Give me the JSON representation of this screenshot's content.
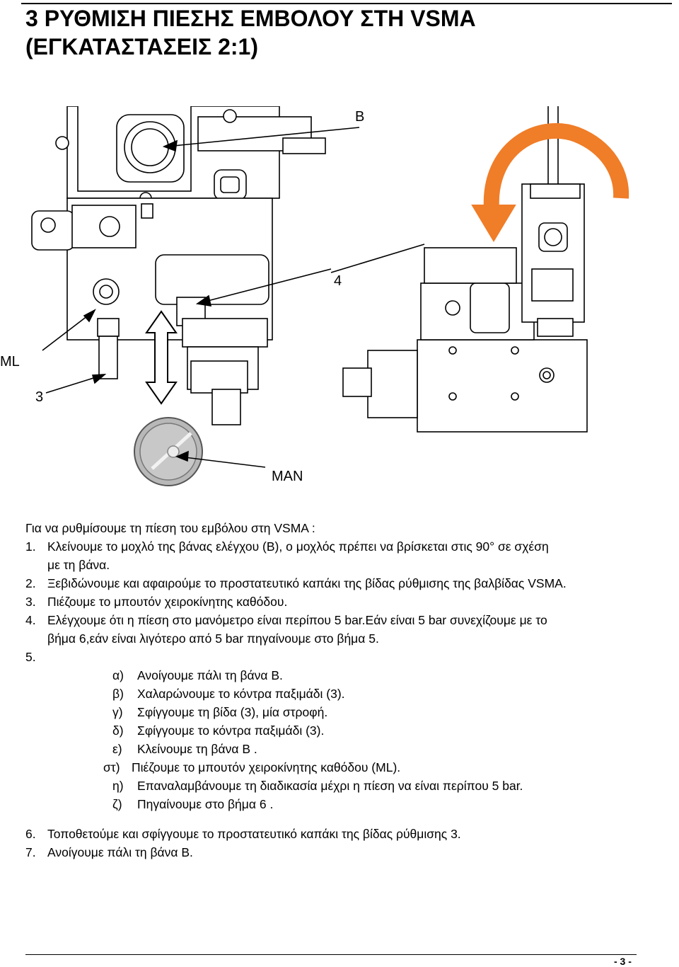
{
  "title": {
    "line1": "3 ΡΥΘΜΙΣΗ ΠΙΕΣΗΣ ΕΜΒΟΛΟΥ ΣΤΗ VSMA",
    "line2": "(ΕΓΚΑΤΑΣΤΑΣΕΙΣ 2:1)"
  },
  "figure": {
    "labels": {
      "b": "B",
      "four": "4",
      "ml": "ML",
      "three": "3",
      "man": "MAN"
    }
  },
  "instructions": {
    "intro": "Για να ρυθμίσουμε τη πίεση του εμβόλου στη VSMA :",
    "steps": [
      {
        "num": "1.",
        "text": "Κλείνουμε το μοχλό της βάνας ελέγχου (B), ο μοχλός πρέπει να βρίσκεται στις 90° σε σχέση",
        "cont": "με τη βάνα."
      },
      {
        "num": "2.",
        "text": "Ξεβιδώνουμε και αφαιρούμε το προστατευτικό καπάκι της βίδας ρύθμισης της βαλβίδας VSMA."
      },
      {
        "num": "3.",
        "text": "Πιέζουμε το μπουτόν χειροκίνητης καθόδου."
      },
      {
        "num": "4.",
        "text": "Ελέγχουμε ότι η πίεση στο μανόμετρο είναι περίπου 5 bar.Εάν είναι 5 bar συνεχίζουμε με το",
        "cont": "βήμα 6,εάν είναι λιγότερο από 5 bar πηγαίνουμε στο βήμα 5."
      },
      {
        "num": "5."
      }
    ],
    "substeps": [
      {
        "marker": "α)",
        "text": "Ανοίγουμε πάλι τη βάνα B."
      },
      {
        "marker": "β)",
        "text": "Χαλαρώνουμε το κόντρα παξιμάδι (3)."
      },
      {
        "marker": "γ)",
        "text": "Σφίγγουμε τη βίδα (3), μία στροφή."
      },
      {
        "marker": "δ)",
        "text": "Σφίγγουμε το κόντρα παξιμάδι (3)."
      },
      {
        "marker": "ε)",
        "text": "Κλείνουμε τη βάνα B ."
      },
      {
        "marker": "στ)",
        "text": "Πιέζουμε το μπουτόν χειροκίνητης καθόδου (ML)."
      },
      {
        "marker": "η)",
        "text": "Επαναλαμβάνουμε τη διαδικασία μέχρι η πίεση να είναι περίπου 5 bar."
      },
      {
        "marker": "ζ)",
        "text": "Πηγαίνουμε στο βήμα 6 ."
      }
    ],
    "final_steps": [
      {
        "num": "6.",
        "text": "Τοποθετούμε και σφίγγουμε το προστατευτικό καπάκι της βίδας ρύθμισης 3."
      },
      {
        "num": "7.",
        "text": "Ανοίγουμε πάλι τη βάνα B."
      }
    ]
  },
  "page_number": "- 3 -",
  "colors": {
    "arrow": "#f07d28",
    "line": "#000000",
    "gauge_face": "#b8b8b8"
  }
}
